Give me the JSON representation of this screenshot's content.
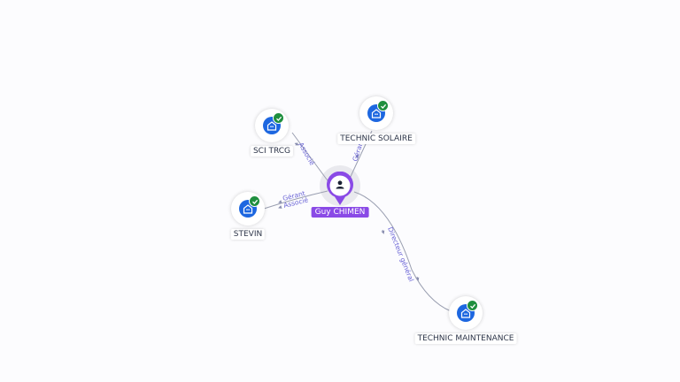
{
  "center": {
    "name": "Guy CHIMEN",
    "icon": "person-icon",
    "color": "#8a4ae6"
  },
  "companies": [
    {
      "id": "sci-trcg",
      "name": "SCI TRCG",
      "icon": "building-icon",
      "badge": "verified-check-icon"
    },
    {
      "id": "technic-solaire",
      "name": "TECHNIC SOLAIRE",
      "icon": "building-icon",
      "badge": "verified-check-icon"
    },
    {
      "id": "stevin",
      "name": "STEVIN",
      "icon": "building-icon",
      "badge": "verified-check-icon"
    },
    {
      "id": "technic-maintenance",
      "name": "TECHNIC MAINTENANCE",
      "icon": "building-icon",
      "badge": "verified-check-icon"
    }
  ],
  "links": [
    {
      "target": "sci-trcg",
      "roles": [
        "Associé"
      ]
    },
    {
      "target": "technic-solaire",
      "roles": [
        "Gérant"
      ]
    },
    {
      "target": "stevin",
      "roles": [
        "Gérant",
        "Associé"
      ]
    },
    {
      "target": "technic-maintenance",
      "roles": [
        "Directeur général"
      ]
    }
  ],
  "colors": {
    "company_icon": "#1d67e0",
    "badge": "#1f8f3e",
    "edge": "#9a9fb1",
    "edge_label": "#6a64d6",
    "background": "#fcfcfe"
  }
}
